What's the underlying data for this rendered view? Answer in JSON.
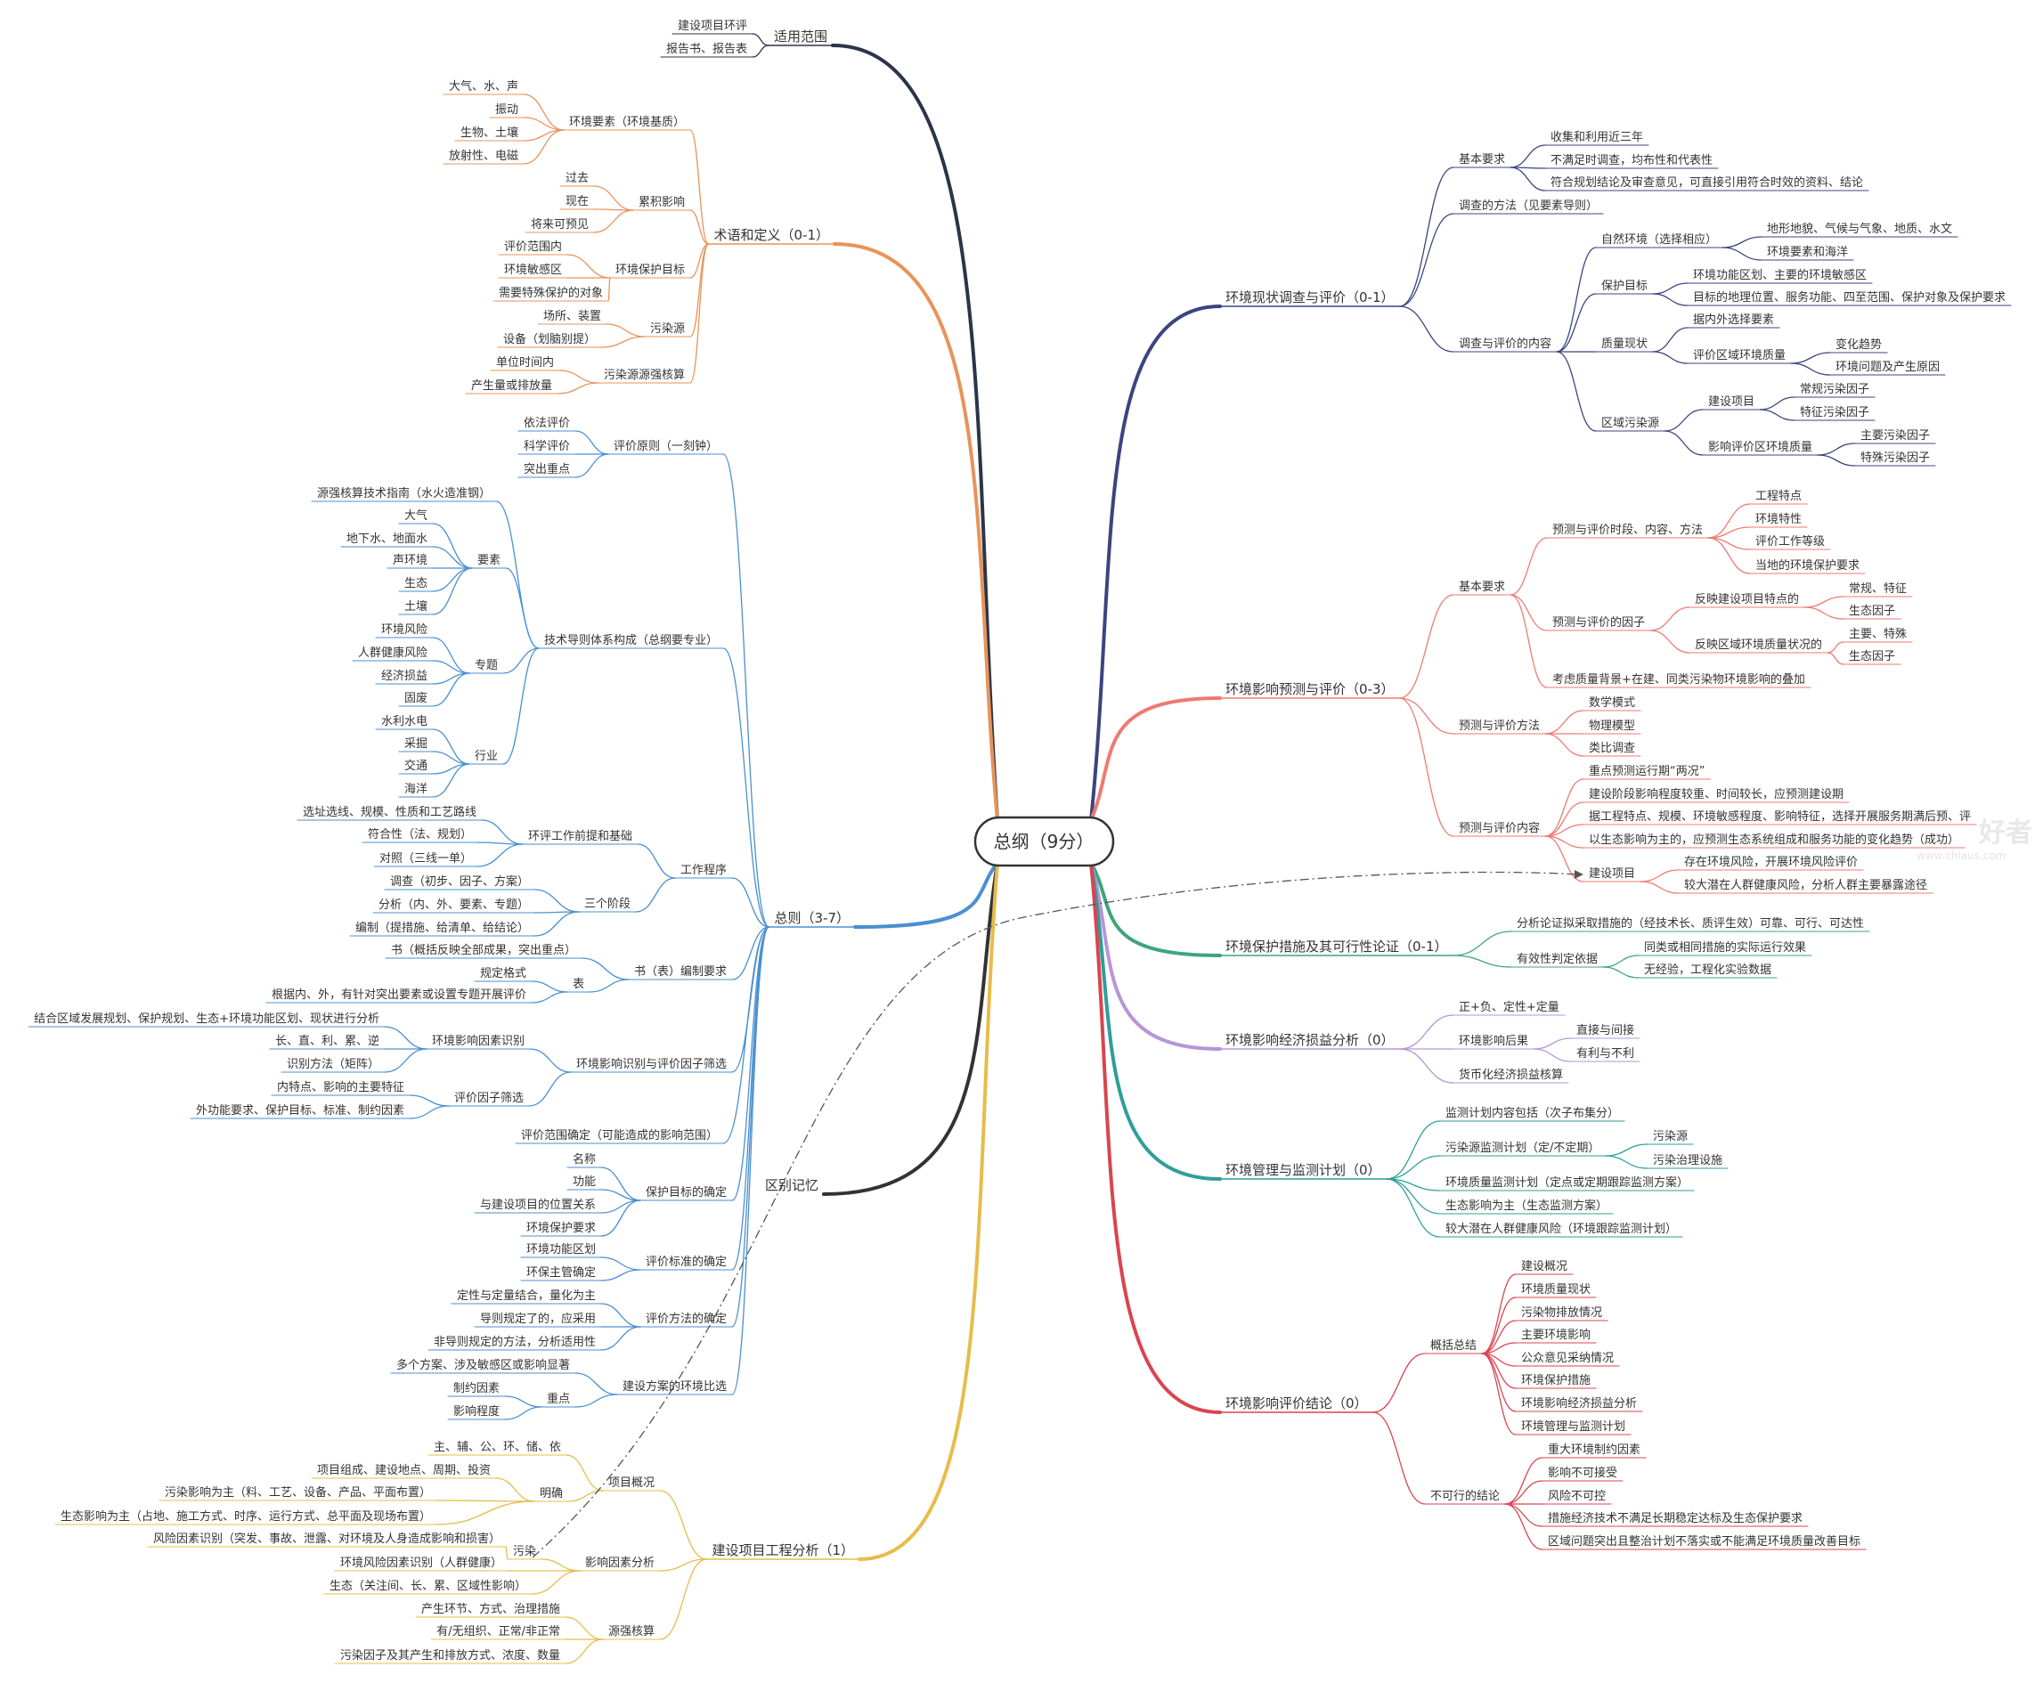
{
  "root": "总纲（9分）",
  "colors": {
    "applicability": "#2b3548",
    "terms": "#e8935a",
    "general": "#4a8fd1",
    "distinguish": "#333333",
    "project_analysis": "#e8bc4a",
    "survey": "#3c4480",
    "prediction": "#ee7a73",
    "measures": "#3ca67a",
    "economic": "#b795d8",
    "management": "#2f9e9a",
    "conclusion": "#d9454f",
    "cross_link": "#555555"
  },
  "watermark": {
    "text": "好者",
    "sub": "www.chiaus.com"
  },
  "tree": [
    {
      "id": "applicability",
      "parent": "root",
      "text": "适用范围"
    },
    {
      "id": "a1",
      "parent": "applicability",
      "text": "建设项目环评"
    },
    {
      "id": "a2",
      "parent": "applicability",
      "text": "报告书、报告表"
    },
    {
      "id": "terms",
      "parent": "root",
      "text": "术语和定义（0-1）"
    },
    {
      "id": "t1",
      "parent": "terms",
      "text": "环境要素（环境基质）"
    },
    {
      "id": "t1a",
      "parent": "t1",
      "text": "大气、水、声"
    },
    {
      "id": "t1b",
      "parent": "t1",
      "text": "振动"
    },
    {
      "id": "t1c",
      "parent": "t1",
      "text": "生物、土壤"
    },
    {
      "id": "t1d",
      "parent": "t1",
      "text": "放射性、电磁"
    },
    {
      "id": "t2",
      "parent": "terms",
      "text": "累积影响"
    },
    {
      "id": "t2a",
      "parent": "t2",
      "text": "过去"
    },
    {
      "id": "t2b",
      "parent": "t2",
      "text": "现在"
    },
    {
      "id": "t2c",
      "parent": "t2",
      "text": "将来可预见"
    },
    {
      "id": "t3",
      "parent": "terms",
      "text": "环境保护目标"
    },
    {
      "id": "t3a",
      "parent": "t3",
      "text": "评价范围内"
    },
    {
      "id": "t3b",
      "parent": "t3",
      "text": "环境敏感区"
    },
    {
      "id": "t3c",
      "parent": "t3",
      "text": "需要特殊保护的对象"
    },
    {
      "id": "t4",
      "parent": "terms",
      "text": "污染源"
    },
    {
      "id": "t4a",
      "parent": "t4",
      "text": "场所、装置"
    },
    {
      "id": "t4b",
      "parent": "t4",
      "text": "设备（划脑别提）"
    },
    {
      "id": "t5",
      "parent": "terms",
      "text": "污染源源强核算"
    },
    {
      "id": "t5a",
      "parent": "t5",
      "text": "单位时间内"
    },
    {
      "id": "t5b",
      "parent": "t5",
      "text": "产生量或排放量"
    },
    {
      "id": "general",
      "parent": "root",
      "text": "总则（3-7）"
    },
    {
      "id": "g1",
      "parent": "general",
      "text": "评价原则（一刻钟）"
    },
    {
      "id": "g1a",
      "parent": "g1",
      "text": "依法评价"
    },
    {
      "id": "g1b",
      "parent": "g1",
      "text": "科学评价"
    },
    {
      "id": "g1c",
      "parent": "g1",
      "text": "突出重点"
    },
    {
      "id": "g2",
      "parent": "general",
      "text": "技术导则体系构成（总纲要专业）"
    },
    {
      "id": "g2x",
      "parent": "g2",
      "text": "源强核算技术指南（水火造准钢）"
    },
    {
      "id": "g2a",
      "parent": "g2",
      "text": "要素"
    },
    {
      "id": "g2a1",
      "parent": "g2a",
      "text": "大气"
    },
    {
      "id": "g2a2",
      "parent": "g2a",
      "text": "地下水、地面水"
    },
    {
      "id": "g2a3",
      "parent": "g2a",
      "text": "声环境"
    },
    {
      "id": "g2a4",
      "parent": "g2a",
      "text": "生态"
    },
    {
      "id": "g2a5",
      "parent": "g2a",
      "text": "土壤"
    },
    {
      "id": "g2b",
      "parent": "g2",
      "text": "专题"
    },
    {
      "id": "g2b1",
      "parent": "g2b",
      "text": "环境风险"
    },
    {
      "id": "g2b2",
      "parent": "g2b",
      "text": "人群健康风险"
    },
    {
      "id": "g2b3",
      "parent": "g2b",
      "text": "经济损益"
    },
    {
      "id": "g2b4",
      "parent": "g2b",
      "text": "固废"
    },
    {
      "id": "g2c",
      "parent": "g2",
      "text": "行业"
    },
    {
      "id": "g2c1",
      "parent": "g2c",
      "text": "水利水电"
    },
    {
      "id": "g2c2",
      "parent": "g2c",
      "text": "采掘"
    },
    {
      "id": "g2c3",
      "parent": "g2c",
      "text": "交通"
    },
    {
      "id": "g2c4",
      "parent": "g2c",
      "text": "海洋"
    },
    {
      "id": "g3",
      "parent": "general",
      "text": "工作程序"
    },
    {
      "id": "g3a",
      "parent": "g3",
      "text": "环评工作前提和基础"
    },
    {
      "id": "g3a1",
      "parent": "g3a",
      "text": "选址选线、规模、性质和工艺路线"
    },
    {
      "id": "g3a2",
      "parent": "g3a",
      "text": "符合性（法、规划）"
    },
    {
      "id": "g3a3",
      "parent": "g3a",
      "text": "对照（三线一单）"
    },
    {
      "id": "g3b",
      "parent": "g3",
      "text": "三个阶段"
    },
    {
      "id": "g3b1",
      "parent": "g3b",
      "text": "调查（初步、因子、方案）"
    },
    {
      "id": "g3b2",
      "parent": "g3b",
      "text": "分析（内、外、要素、专题）"
    },
    {
      "id": "g3b3",
      "parent": "g3b",
      "text": "编制（提措施、给清单、给结论）"
    },
    {
      "id": "g4",
      "parent": "general",
      "text": "书（表）编制要求"
    },
    {
      "id": "g4x",
      "parent": "g4",
      "text": "书（概括反映全部成果，突出重点）"
    },
    {
      "id": "g4a",
      "parent": "g4",
      "text": "表"
    },
    {
      "id": "g4a1",
      "parent": "g4a",
      "text": "规定格式"
    },
    {
      "id": "g4a2",
      "parent": "g4a",
      "text": "根据内、外，有针对突出要素或设置专题开展评价"
    },
    {
      "id": "g5",
      "parent": "general",
      "text": "环境影响识别与评价因子筛选"
    },
    {
      "id": "g5a",
      "parent": "g5",
      "text": "环境影响因素识别"
    },
    {
      "id": "g5a1",
      "parent": "g5a",
      "text": "结合区域发展规划、保护规划、生态+环境功能区划、现状进行分析"
    },
    {
      "id": "g5a2",
      "parent": "g5a",
      "text": "长、直、利、累、逆"
    },
    {
      "id": "g5a3",
      "parent": "g5a",
      "text": "识别方法（矩阵）"
    },
    {
      "id": "g5b",
      "parent": "g5",
      "text": "评价因子筛选"
    },
    {
      "id": "g5b1",
      "parent": "g5b",
      "text": "内特点、影响的主要特征"
    },
    {
      "id": "g5b2",
      "parent": "g5b",
      "text": "外功能要求、保护目标、标准、制约因素"
    },
    {
      "id": "g6",
      "parent": "general",
      "text": "评价范围确定（可能造成的影响范围）"
    },
    {
      "id": "g7",
      "parent": "general",
      "text": "保护目标的确定"
    },
    {
      "id": "g7a",
      "parent": "g7",
      "text": "名称"
    },
    {
      "id": "g7b",
      "parent": "g7",
      "text": "功能"
    },
    {
      "id": "g7c",
      "parent": "g7",
      "text": "与建设项目的位置关系"
    },
    {
      "id": "g7d",
      "parent": "g7",
      "text": "环境保护要求"
    },
    {
      "id": "g8",
      "parent": "general",
      "text": "评价标准的确定"
    },
    {
      "id": "g8a",
      "parent": "g8",
      "text": "环境功能区划"
    },
    {
      "id": "g8b",
      "parent": "g8",
      "text": "环保主管确定"
    },
    {
      "id": "g9",
      "parent": "general",
      "text": "评价方法的确定"
    },
    {
      "id": "g9a",
      "parent": "g9",
      "text": "定性与定量结合，量化为主"
    },
    {
      "id": "g9b",
      "parent": "g9",
      "text": "导则规定了的，应采用"
    },
    {
      "id": "g9c",
      "parent": "g9",
      "text": "非导则规定的方法，分析适用性"
    },
    {
      "id": "g10",
      "parent": "general",
      "text": "建设方案的环境比选"
    },
    {
      "id": "g10x",
      "parent": "g10",
      "text": "多个方案、涉及敏感区或影响显著"
    },
    {
      "id": "g10a",
      "parent": "g10",
      "text": "重点"
    },
    {
      "id": "g10a1",
      "parent": "g10a",
      "text": "制约因素"
    },
    {
      "id": "g10a2",
      "parent": "g10a",
      "text": "影响程度"
    },
    {
      "id": "distinguish",
      "parent": "root",
      "text": "区别记忆"
    },
    {
      "id": "project_analysis",
      "parent": "root",
      "text": "建设项目工程分析（1）"
    },
    {
      "id": "p1",
      "parent": "project_analysis",
      "text": "项目概况"
    },
    {
      "id": "p1x",
      "parent": "p1",
      "text": "主、辅、公、环、储、依"
    },
    {
      "id": "p1a",
      "parent": "p1",
      "text": "明确"
    },
    {
      "id": "p1a1",
      "parent": "p1a",
      "text": "项目组成、建设地点、周期、投资"
    },
    {
      "id": "p1a2",
      "parent": "p1a",
      "text": "污染影响为主（料、工艺、设备、产品、平面布置）"
    },
    {
      "id": "p1a3",
      "parent": "p1a",
      "text": "生态影响为主（占地、施工方式、时序、运行方式、总平面及现场布置）"
    },
    {
      "id": "p2",
      "parent": "project_analysis",
      "text": "影响因素分析"
    },
    {
      "id": "p2a",
      "parent": "p2",
      "text": "污染"
    },
    {
      "id": "p2a1",
      "parent": "p2a",
      "text": "风险因素识别（突发、事故、泄露、对环境及人身造成影响和损害）"
    },
    {
      "id": "p2b",
      "parent": "p2",
      "text": "环境风险因素识别（人群健康）"
    },
    {
      "id": "p2c",
      "parent": "p2",
      "text": "生态（关注间、长、累、区域性影响）"
    },
    {
      "id": "p3",
      "parent": "project_analysis",
      "text": "源强核算"
    },
    {
      "id": "p3a",
      "parent": "p3",
      "text": "产生环节、方式、治理措施"
    },
    {
      "id": "p3b",
      "parent": "p3",
      "text": "有/无组织、正常/非正常"
    },
    {
      "id": "p3c",
      "parent": "p3",
      "text": "污染因子及其产生和排放方式、浓度、数量"
    },
    {
      "id": "survey",
      "parent": "root",
      "text": "环境现状调查与评价（0-1）"
    },
    {
      "id": "s1",
      "parent": "survey",
      "text": "基本要求"
    },
    {
      "id": "s1a",
      "parent": "s1",
      "text": "收集和利用近三年"
    },
    {
      "id": "s1b",
      "parent": "s1",
      "text": "不满足时调查，均布性和代表性"
    },
    {
      "id": "s1c",
      "parent": "s1",
      "text": "符合规划结论及审查意见，可直接引用符合时效的资料、结论"
    },
    {
      "id": "s2",
      "parent": "survey",
      "text": "调查的方法（见要素导则）"
    },
    {
      "id": "s3",
      "parent": "survey",
      "text": "调查与评价的内容"
    },
    {
      "id": "s3a",
      "parent": "s3",
      "text": "自然环境（选择相应）"
    },
    {
      "id": "s3a1",
      "parent": "s3a",
      "text": "地形地貌、气候与气象、地质、水文"
    },
    {
      "id": "s3a2",
      "parent": "s3a",
      "text": "环境要素和海洋"
    },
    {
      "id": "s3b",
      "parent": "s3",
      "text": "保护目标"
    },
    {
      "id": "s3b1",
      "parent": "s3b",
      "text": "环境功能区划、主要的环境敏感区"
    },
    {
      "id": "s3b2",
      "parent": "s3b",
      "text": "目标的地理位置、服务功能、四至范围、保护对象及保护要求"
    },
    {
      "id": "s3c",
      "parent": "s3",
      "text": "质量现状"
    },
    {
      "id": "s3c1",
      "parent": "s3c",
      "text": "据内外选择要素"
    },
    {
      "id": "s3c2",
      "parent": "s3c",
      "text": "评价区域环境质量"
    },
    {
      "id": "s3c2a",
      "parent": "s3c2",
      "text": "变化趋势"
    },
    {
      "id": "s3c2b",
      "parent": "s3c2",
      "text": "环境问题及产生原因"
    },
    {
      "id": "s3d",
      "parent": "s3",
      "text": "区域污染源"
    },
    {
      "id": "s3d1",
      "parent": "s3d",
      "text": "建设项目"
    },
    {
      "id": "s3d1a",
      "parent": "s3d1",
      "text": "常规污染因子"
    },
    {
      "id": "s3d1b",
      "parent": "s3d1",
      "text": "特征污染因子"
    },
    {
      "id": "s3d2",
      "parent": "s3d",
      "text": "影响评价区环境质量"
    },
    {
      "id": "s3d2a",
      "parent": "s3d2",
      "text": "主要污染因子"
    },
    {
      "id": "s3d2b",
      "parent": "s3d2",
      "text": "特殊污染因子"
    },
    {
      "id": "prediction",
      "parent": "root",
      "text": "环境影响预测与评价（0-3）"
    },
    {
      "id": "r1",
      "parent": "prediction",
      "text": "基本要求"
    },
    {
      "id": "r1a",
      "parent": "r1",
      "text": "预测与评价时段、内容、方法"
    },
    {
      "id": "r1a1",
      "parent": "r1a",
      "text": "工程特点"
    },
    {
      "id": "r1a2",
      "parent": "r1a",
      "text": "环境特性"
    },
    {
      "id": "r1a3",
      "parent": "r1a",
      "text": "评价工作等级"
    },
    {
      "id": "r1a4",
      "parent": "r1a",
      "text": "当地的环境保护要求"
    },
    {
      "id": "r1b",
      "parent": "r1",
      "text": "预测与评价的因子"
    },
    {
      "id": "r1b1",
      "parent": "r1b",
      "text": "反映建设项目特点的"
    },
    {
      "id": "r1b1a",
      "parent": "r1b1",
      "text": "常规、特征"
    },
    {
      "id": "r1b1b",
      "parent": "r1b1",
      "text": "生态因子"
    },
    {
      "id": "r1b2",
      "parent": "r1b",
      "text": "反映区域环境质量状况的"
    },
    {
      "id": "r1b2a",
      "parent": "r1b2",
      "text": "主要、特殊"
    },
    {
      "id": "r1b2b",
      "parent": "r1b2",
      "text": "生态因子"
    },
    {
      "id": "r1c",
      "parent": "r1",
      "text": "考虑质量背景+在建、同类污染物环境影响的叠加"
    },
    {
      "id": "r2",
      "parent": "prediction",
      "text": "预测与评价方法"
    },
    {
      "id": "r2a",
      "parent": "r2",
      "text": "数学模式"
    },
    {
      "id": "r2b",
      "parent": "r2",
      "text": "物理模型"
    },
    {
      "id": "r2c",
      "parent": "r2",
      "text": "类比调查"
    },
    {
      "id": "r3",
      "parent": "prediction",
      "text": "预测与评价内容"
    },
    {
      "id": "r3a",
      "parent": "r3",
      "text": "重点预测运行期“两况”"
    },
    {
      "id": "r3b",
      "parent": "r3",
      "text": "建设阶段影响程度较重、时间较长，应预测建设期"
    },
    {
      "id": "r3c",
      "parent": "r3",
      "text": "据工程特点、规模、环境敏感程度、影响特征，选择开展服务期满后预、评"
    },
    {
      "id": "r3d",
      "parent": "r3",
      "text": "以生态影响为主的，应预测生态系统组成和服务功能的变化趋势（成功）"
    },
    {
      "id": "r3e",
      "parent": "r3",
      "text": "建设项目"
    },
    {
      "id": "r3e1",
      "parent": "r3e",
      "text": "存在环境风险，开展环境风险评价"
    },
    {
      "id": "r3e2",
      "parent": "r3e",
      "text": "较大潜在人群健康风险，分析人群主要暴露途径"
    },
    {
      "id": "measures",
      "parent": "root",
      "text": "环境保护措施及其可行性论证（0-1）"
    },
    {
      "id": "m1",
      "parent": "measures",
      "text": "分析论证拟采取措施的（经技术长、质评生效）可靠、可行、可达性"
    },
    {
      "id": "m2",
      "parent": "measures",
      "text": "有效性判定依据"
    },
    {
      "id": "m2a",
      "parent": "m2",
      "text": "同类或相同措施的实际运行效果"
    },
    {
      "id": "m2b",
      "parent": "m2",
      "text": "无经验，工程化实验数据"
    },
    {
      "id": "economic",
      "parent": "root",
      "text": "环境影响经济损益分析（0）"
    },
    {
      "id": "e1",
      "parent": "economic",
      "text": "正+负、定性+定量"
    },
    {
      "id": "e2",
      "parent": "economic",
      "text": "环境影响后果"
    },
    {
      "id": "e2a",
      "parent": "e2",
      "text": "直接与间接"
    },
    {
      "id": "e2b",
      "parent": "e2",
      "text": "有利与不利"
    },
    {
      "id": "e3",
      "parent": "economic",
      "text": "货币化经济损益核算"
    },
    {
      "id": "management",
      "parent": "root",
      "text": "环境管理与监测计划（0）"
    },
    {
      "id": "n1",
      "parent": "management",
      "text": "监测计划内容包括（次子布集分）"
    },
    {
      "id": "n2",
      "parent": "management",
      "text": "污染源监测计划（定/不定期）"
    },
    {
      "id": "n2a",
      "parent": "n2",
      "text": "污染源"
    },
    {
      "id": "n2b",
      "parent": "n2",
      "text": "污染治理设施"
    },
    {
      "id": "n3",
      "parent": "management",
      "text": "环境质量监测计划（定点或定期跟踪监测方案）"
    },
    {
      "id": "n4",
      "parent": "management",
      "text": "生态影响为主（生态监测方案）"
    },
    {
      "id": "n5",
      "parent": "management",
      "text": "较大潜在人群健康风险（环境跟踪监测计划）"
    },
    {
      "id": "conclusion",
      "parent": "root",
      "text": "环境影响评价结论（0）"
    },
    {
      "id": "c1",
      "parent": "conclusion",
      "text": "概括总结"
    },
    {
      "id": "c1a",
      "parent": "c1",
      "text": "建设概况"
    },
    {
      "id": "c1b",
      "parent": "c1",
      "text": "环境质量现状"
    },
    {
      "id": "c1c",
      "parent": "c1",
      "text": "污染物排放情况"
    },
    {
      "id": "c1d",
      "parent": "c1",
      "text": "主要环境影响"
    },
    {
      "id": "c1e",
      "parent": "c1",
      "text": "公众意见采纳情况"
    },
    {
      "id": "c1f",
      "parent": "c1",
      "text": "环境保护措施"
    },
    {
      "id": "c1g",
      "parent": "c1",
      "text": "环境影响经济损益分析"
    },
    {
      "id": "c1h",
      "parent": "c1",
      "text": "环境管理与监测计划"
    },
    {
      "id": "c2",
      "parent": "conclusion",
      "text": "不可行的结论"
    },
    {
      "id": "c2a",
      "parent": "c2",
      "text": "重大环境制约因素"
    },
    {
      "id": "c2b",
      "parent": "c2",
      "text": "影响不可接受"
    },
    {
      "id": "c2c",
      "parent": "c2",
      "text": "风险不可控"
    },
    {
      "id": "c2d",
      "parent": "c2",
      "text": "措施经济技术不满足长期稳定达标及生态保护要求"
    },
    {
      "id": "c2e",
      "parent": "c2",
      "text": "区域问题突出且整治计划不落实或不能满足环境质量改善目标"
    }
  ]
}
